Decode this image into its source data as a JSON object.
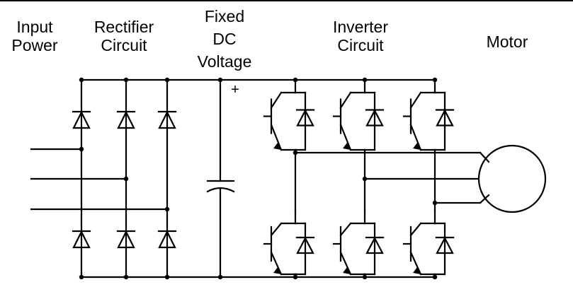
{
  "labels": {
    "input_power": [
      "Input",
      "Power"
    ],
    "rectifier_circuit": [
      "Rectifier",
      "Circuit"
    ],
    "fixed_dc_voltage": [
      "Fixed",
      "DC",
      "Voltage"
    ],
    "inverter_circuit": [
      "Inverter",
      "Circuit"
    ],
    "motor": "Motor",
    "plus_sign": "+"
  },
  "colors": {
    "line": "#000000",
    "background": "#ffffff"
  }
}
